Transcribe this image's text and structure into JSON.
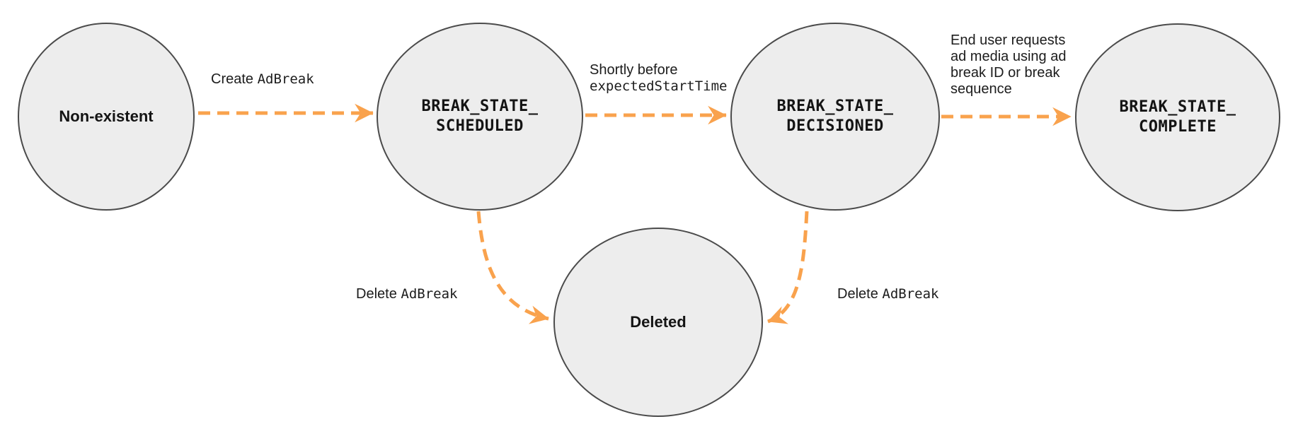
{
  "diagram": {
    "colors": {
      "node_fill": "#EDEDED",
      "node_border": "#4B4B4B",
      "arrow": "#F9A24D",
      "text": "#1C1C1C"
    },
    "nodes": [
      {
        "id": "non-existent",
        "label": "Non-existent"
      },
      {
        "id": "break-state-scheduled",
        "line1": "BREAK_STATE_",
        "line2": "SCHEDULED"
      },
      {
        "id": "break-state-decisioned",
        "line1": "BREAK_STATE_",
        "line2": "DECISIONED"
      },
      {
        "id": "break-state-complete",
        "line1": "BREAK_STATE_",
        "line2": "COMPLETE"
      },
      {
        "id": "deleted",
        "label": "Deleted"
      }
    ],
    "edges": [
      {
        "from": "non-existent",
        "to": "break-state-scheduled",
        "label_plain": "Create ",
        "label_code": "AdBreak"
      },
      {
        "from": "break-state-scheduled",
        "to": "break-state-decisioned",
        "label_line1": "Shortly before",
        "label_line2_code": "expectedStartTime"
      },
      {
        "from": "break-state-decisioned",
        "to": "break-state-complete",
        "label": "End user requests ad media using ad break ID or break sequence"
      },
      {
        "from": "break-state-scheduled",
        "to": "deleted",
        "label_plain": "Delete ",
        "label_code": "AdBreak"
      },
      {
        "from": "break-state-decisioned",
        "to": "deleted",
        "label_plain": "Delete ",
        "label_code": "AdBreak"
      }
    ]
  }
}
